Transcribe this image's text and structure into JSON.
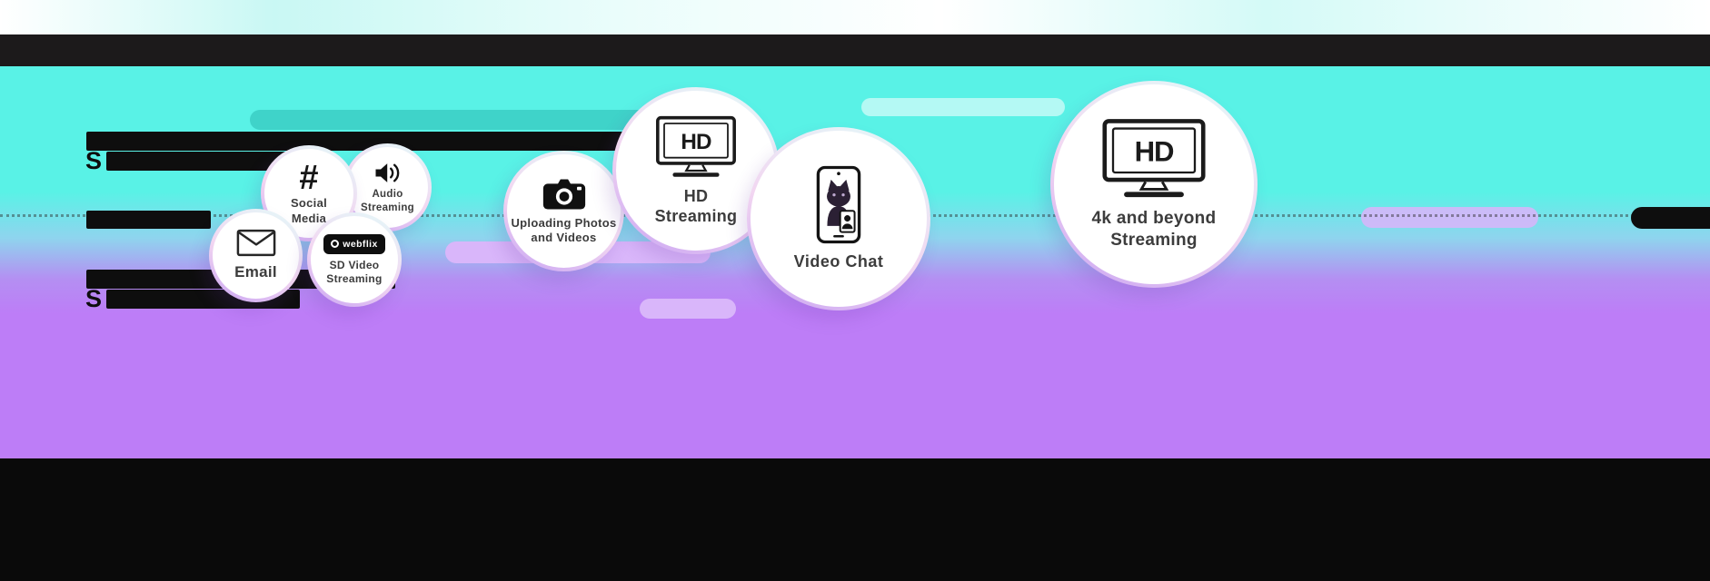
{
  "colors": {
    "cyan": "#59F2E6",
    "purple": "#BD7DF7",
    "band_black": "#1C1A1B",
    "teal_pill": "#3FD3C9",
    "lavender_pill": "#D9B6FA",
    "label_text": "#3C3C3C"
  },
  "redacted": {
    "top_block_prefix": "S",
    "bottom_block_prefix": "S"
  },
  "bubbles": [
    {
      "label": "Email",
      "icon": "envelope-icon"
    },
    {
      "label": "Social\nMedia",
      "icon": "hashtag-icon",
      "icon_glyph": "#"
    },
    {
      "label": "Audio\nStreaming",
      "icon": "speaker-icon"
    },
    {
      "label": "SD Video\nStreaming",
      "icon": "webflix-logo",
      "logo_text": "webflix"
    },
    {
      "label": "Uploading Photos\nand Videos",
      "icon": "camera-icon"
    },
    {
      "label": "HD\nStreaming",
      "icon": "hd-tv-icon",
      "tv_text": "HD"
    },
    {
      "label": "Video Chat",
      "icon": "video-chat-phone-icon"
    },
    {
      "label": "4k and beyond\nStreaming",
      "icon": "hd-tv-icon",
      "tv_text": "HD"
    }
  ]
}
